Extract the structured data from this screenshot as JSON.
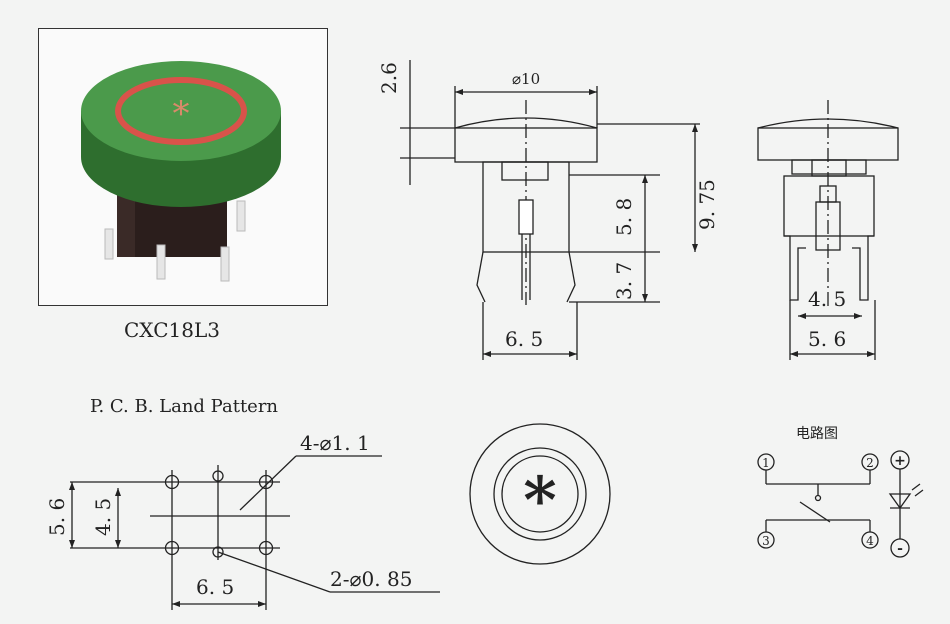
{
  "product": {
    "model": "CXC18L3",
    "photo_symbol": "*",
    "cap_color": "#3f8a3f",
    "ring_color": "#d9534a"
  },
  "dimensions": {
    "cap_height": "2.6",
    "cap_diameter": "⌀10",
    "total_height": "9. 75",
    "body_height": "5. 8",
    "pin_length": "3. 7",
    "front_width": "6. 5",
    "side_inner_width": "4. 5",
    "side_outer_width": "5. 6"
  },
  "pcb": {
    "title": "P. C. B. Land Pattern",
    "hole_callout_large": "4-⌀1. 1",
    "hole_callout_small": "2-⌀0. 85",
    "height_outer": "5. 6",
    "height_inner": "4. 5",
    "width": "6. 5"
  },
  "top_view": {
    "symbol": "*"
  },
  "circuit": {
    "title": "电路图",
    "pins": [
      "1",
      "2",
      "3",
      "4"
    ],
    "led_plus": "+",
    "led_minus": "-"
  }
}
